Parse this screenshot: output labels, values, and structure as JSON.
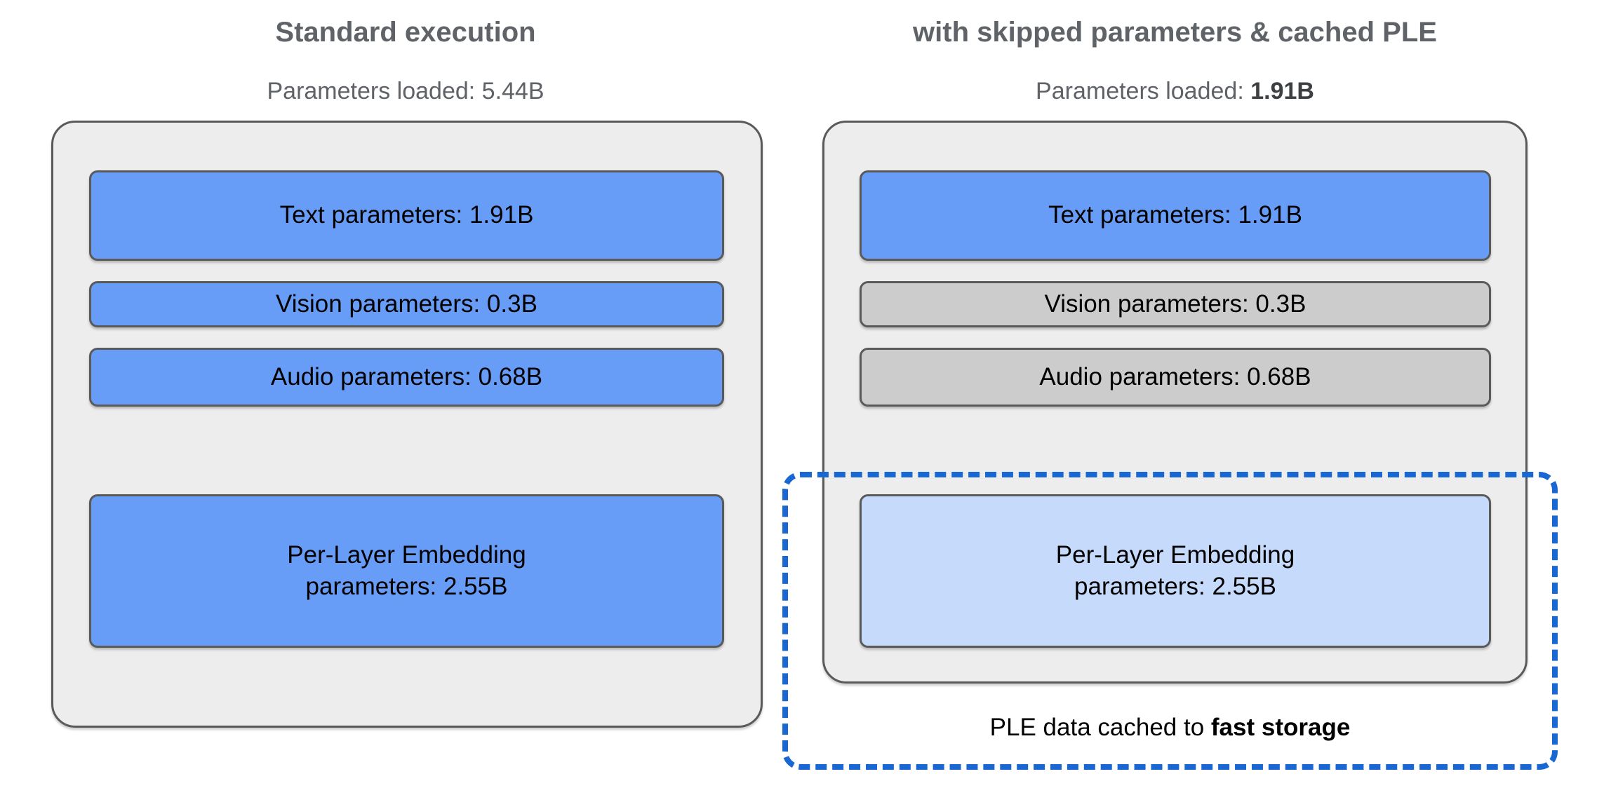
{
  "figure": {
    "background_color": "#ffffff",
    "columns": [
      {
        "id": "standard",
        "title": "Standard execution",
        "subtitle_prefix": "Parameters loaded: ",
        "subtitle_value": "5.44B",
        "subtitle_value_emphasized": false,
        "blocks": [
          {
            "id": "text",
            "label": "Text parameters: 1.91B",
            "state": "loaded",
            "fill": "#679df6"
          },
          {
            "id": "vision",
            "label": "Vision parameters: 0.3B",
            "state": "loaded",
            "fill": "#679df6"
          },
          {
            "id": "audio",
            "label": "Audio parameters: 0.68B",
            "state": "loaded",
            "fill": "#679df6"
          },
          {
            "id": "ple",
            "label": "Per-Layer Embedding\nparameters: 2.55B",
            "state": "loaded",
            "fill": "#679df6"
          }
        ]
      },
      {
        "id": "skipped-cached",
        "title": "with skipped parameters & cached PLE",
        "subtitle_prefix": "Parameters loaded: ",
        "subtitle_value": "1.91B",
        "subtitle_value_emphasized": true,
        "blocks": [
          {
            "id": "text",
            "label": "Text parameters: 1.91B",
            "state": "loaded",
            "fill": "#679df6"
          },
          {
            "id": "vision",
            "label": "Vision parameters: 0.3B",
            "state": "skipped",
            "fill": "#cccccc"
          },
          {
            "id": "audio",
            "label": "Audio parameters: 0.68B",
            "state": "skipped",
            "fill": "#cccccc"
          },
          {
            "id": "ple",
            "label": "Per-Layer Embedding\nparameters: 2.55B",
            "state": "cached",
            "fill": "#c6dafc"
          }
        ]
      }
    ],
    "callout": {
      "caption_prefix": "PLE data cached to ",
      "caption_emphasis": "fast storage",
      "border_color": "#1967d2",
      "style": "dashed"
    },
    "palette": {
      "panel_fill": "#ededed",
      "panel_border": "#5a5a5a",
      "block_border": "#5a5a5a",
      "loaded_blue": "#679df6",
      "skipped_gray": "#cccccc",
      "cached_light_blue": "#c6dafc",
      "accent_blue": "#1967d2",
      "heading_gray": "#5f6368",
      "body_black": "#000000"
    }
  }
}
